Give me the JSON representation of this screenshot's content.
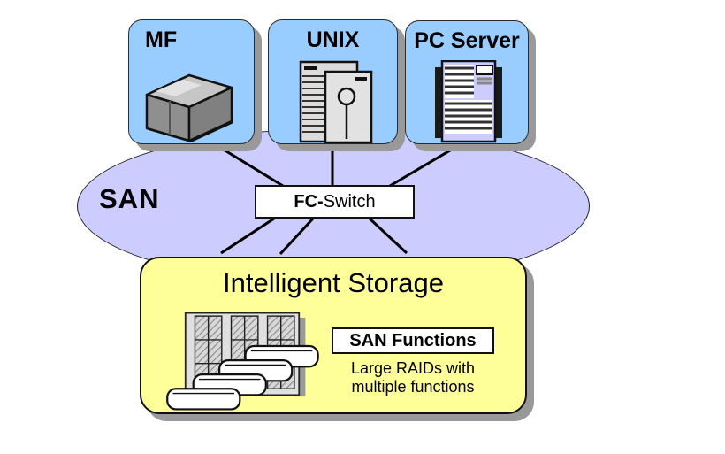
{
  "san": {
    "label": "SAN"
  },
  "hosts": [
    {
      "label": "MF",
      "icon": "mainframe-icon"
    },
    {
      "label": "UNIX",
      "icon": "unix-server-icon"
    },
    {
      "label": "PC Server",
      "icon": "pc-server-icon"
    }
  ],
  "switch": {
    "label_primary": "FC-",
    "label_secondary": "Switch"
  },
  "storage": {
    "title": "Intelligent Storage",
    "icon": "raid-storage-icon",
    "functions_label": "SAN Functions",
    "caption": [
      "Large RAIDs with",
      "multiple functions"
    ]
  },
  "colors": {
    "host_fill": "#99CCFF",
    "san_fill": "#CCCCFF",
    "storage_fill": "#FFFF99",
    "shadow": "#999999",
    "connector": "#000000",
    "label_box_fill": "#FFFFFF"
  }
}
